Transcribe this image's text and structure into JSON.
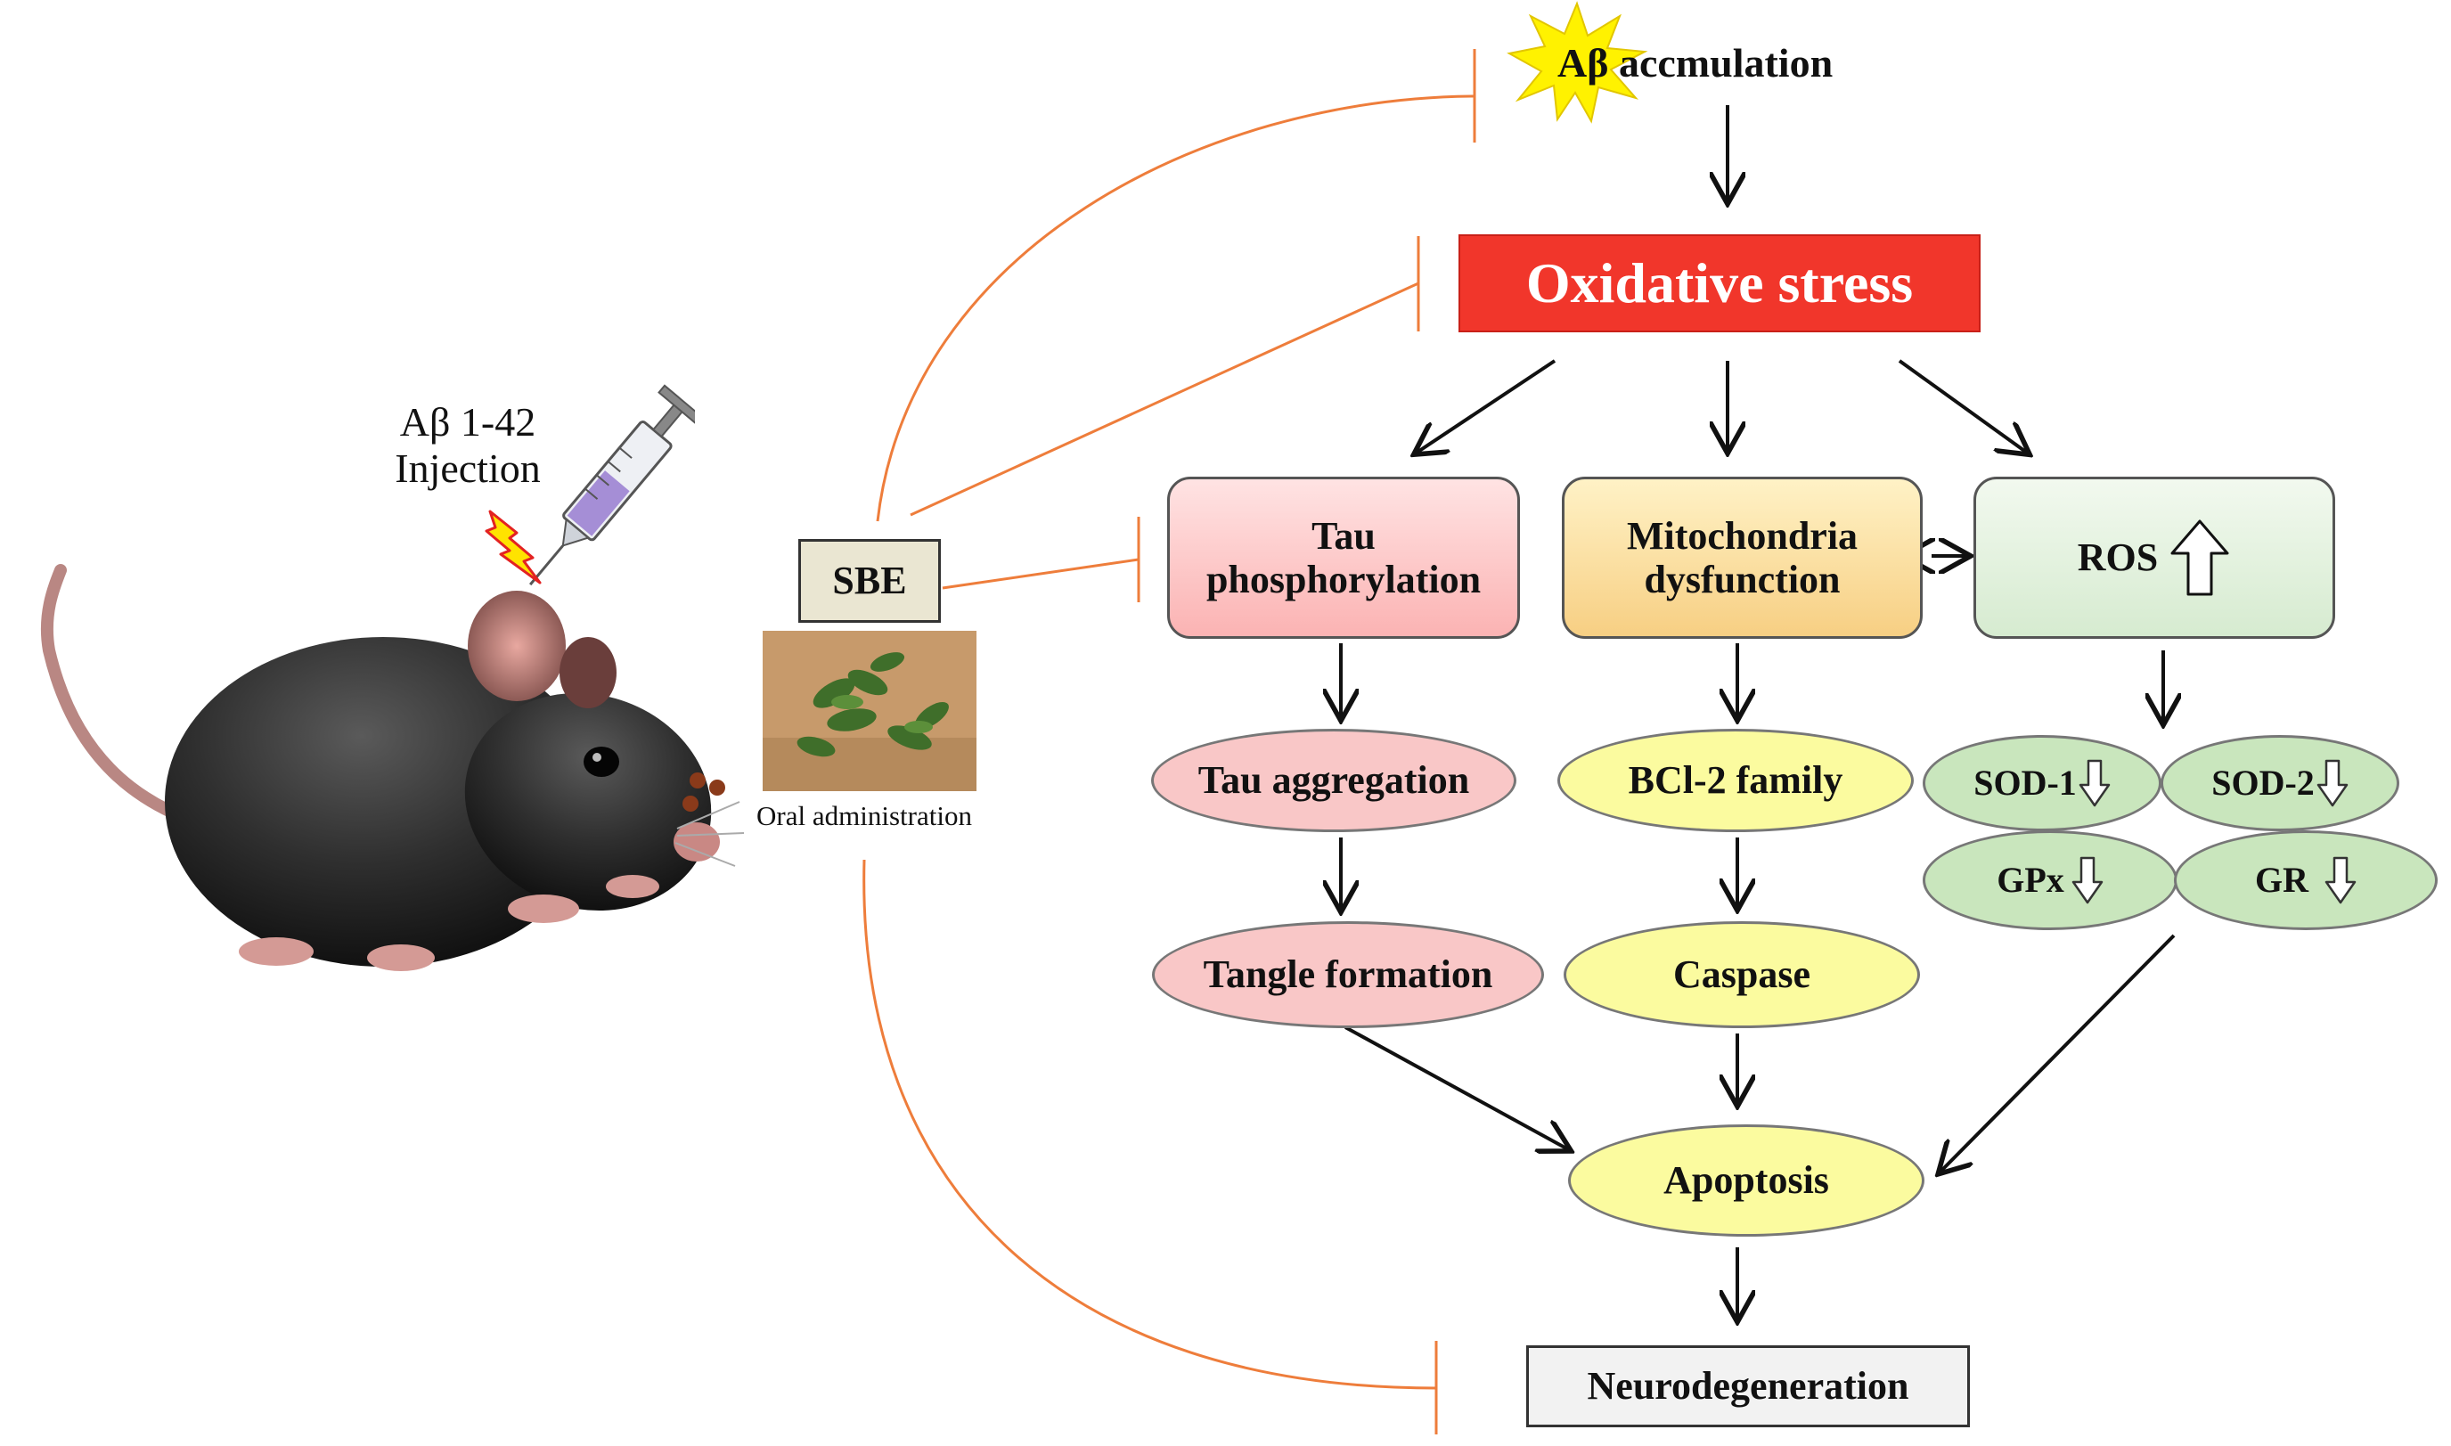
{
  "colors": {
    "oxidative_fill": "#f1362b",
    "inhibit_line": "#ee7d3b",
    "arrow": "#111111",
    "tau_fill": "#f9c7c7",
    "apoptosis_fill": "#fbfb9f",
    "antioxidant_fill": "#c9e6bd",
    "ab_burst": "#fff200"
  },
  "left_panel": {
    "injection_line1": "Aβ 1-42",
    "injection_line2": "Injection",
    "sbe_label": "SBE",
    "oral_label": "Oral administration"
  },
  "nodes": {
    "ab_prefix": "Aβ",
    "ab_suffix": "accmulation",
    "oxidative_stress": "Oxidative stress",
    "tau_phos_line1": "Tau",
    "tau_phos_line2": "phosphorylation",
    "mito_line1": "Mitochondria",
    "mito_line2": "dysfunction",
    "ros": "ROS",
    "tau_aggregation": "Tau aggregation",
    "bcl2_family": "BCl-2 family",
    "sod1": "SOD-1",
    "sod2": "SOD-2",
    "gpx": "GPx",
    "gr": "GR",
    "tangle_formation": "Tangle formation",
    "caspase": "Caspase",
    "apoptosis": "Apoptosis",
    "neurodegeneration": "Neurodegeneration"
  },
  "icons": {
    "ros_direction": "up-hollow-arrow-icon",
    "enzyme_direction": "down-hollow-arrow-icon"
  }
}
